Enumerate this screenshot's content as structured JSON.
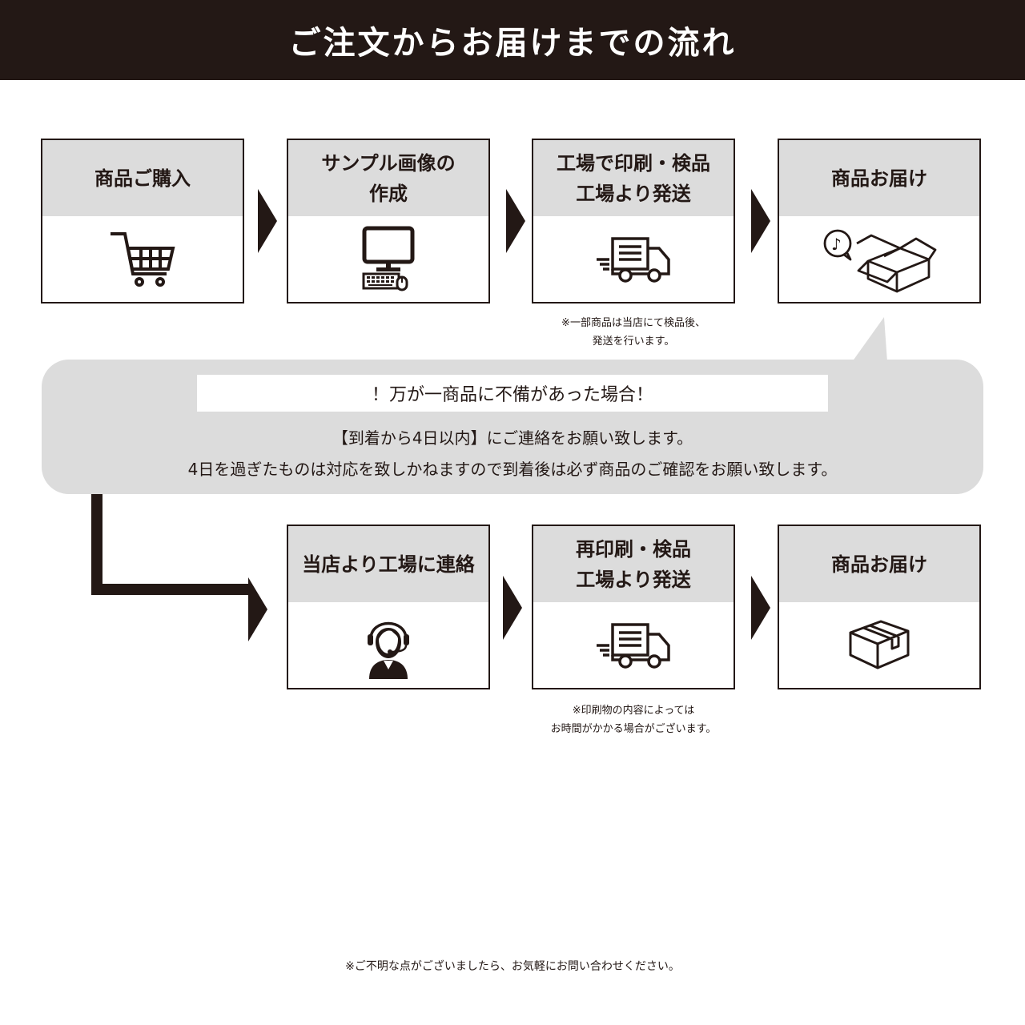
{
  "header": {
    "title": "ご注文からお届けまでの流れ"
  },
  "flow_top": [
    {
      "label": "商品ご購入",
      "icon": "shopping-cart-icon"
    },
    {
      "label": "サンプル画像の\n作成",
      "icon": "desktop-computer-icon"
    },
    {
      "label": "工場で印刷・検品\n工場より発送",
      "icon": "delivery-truck-icon"
    },
    {
      "label": "商品お届け",
      "icon": "open-box-with-music-note-icon"
    }
  ],
  "notes": {
    "factory_inspection": "※一部商品は当店にて検品後、\n発送を行います。",
    "reprint_time": "※印刷物の内容によっては\nお時間がかかる場合がございます。"
  },
  "warning": {
    "title": "！万が一商品に不備があった場合！",
    "line1": "【到着から4日以内】にご連絡をお願い致します。",
    "line2": "4日を過ぎたものは対応を致しかねますので到着後は必ず商品のご確認をお願い致します。"
  },
  "flow_bottom": [
    {
      "label": "当店より工場に連絡",
      "icon": "operator-headset-icon"
    },
    {
      "label": "再印刷・検品\n工場より発送",
      "icon": "delivery-truck-icon"
    },
    {
      "label": "商品お届け",
      "icon": "closed-box-icon"
    }
  ],
  "footer": {
    "text": "※ご不明な点がございましたら、お気軽にお問い合わせください。"
  },
  "colors": {
    "dark": "#231815",
    "gray": "#dcdcdc",
    "white": "#ffffff"
  }
}
